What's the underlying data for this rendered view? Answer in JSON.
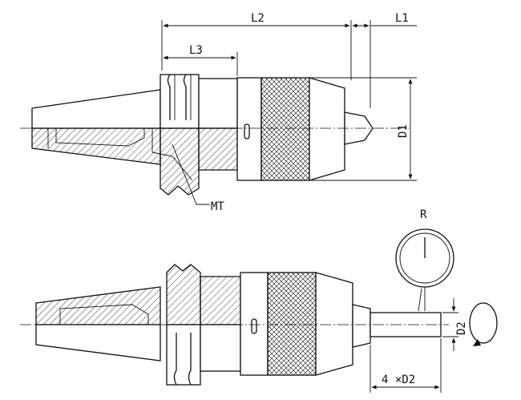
{
  "labels": {
    "l1": "L1",
    "l2": "L2",
    "l3": "L3",
    "d1": "D1",
    "mt": "MT",
    "r": "R",
    "d2": "D2",
    "four_d2": "4 ×D2"
  },
  "colors": {
    "line": "#111111",
    "background": "#ffffff"
  }
}
